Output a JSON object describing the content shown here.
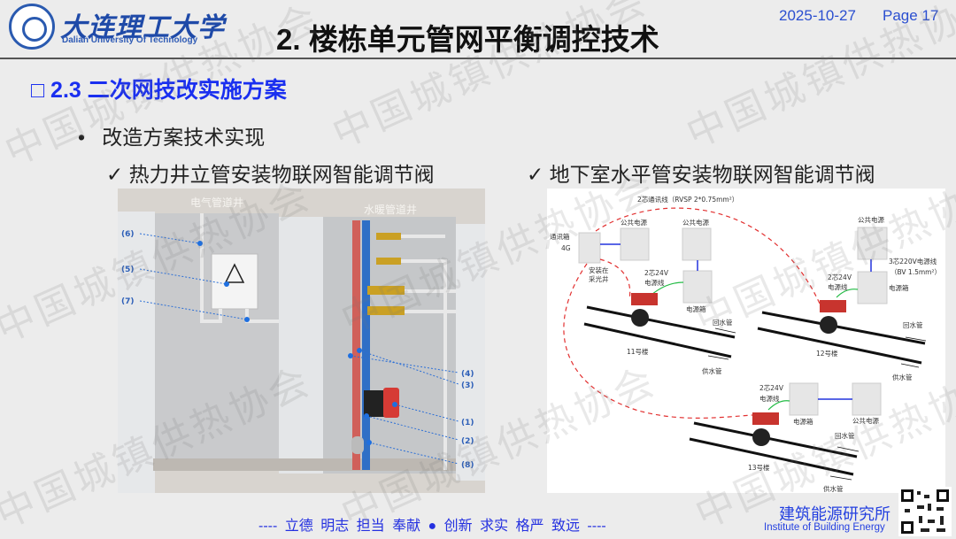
{
  "header": {
    "university_cn": "大连理工大学",
    "university_en": "Dalian University Of Technology",
    "title": "2. 楼栋单元管网平衡调控技术",
    "date": "2025-10-27",
    "page": "Page 17"
  },
  "section": {
    "heading": "□ 2.3  二次网技改实施方案",
    "bullet": "改造方案技术实现",
    "check_left": "热力井立管安装物联网智能调节阀",
    "check_right": "地下室水平管安装物联网智能调节阀"
  },
  "left_image": {
    "shaft_electric": "电气管道井",
    "shaft_water": "水暖管道井",
    "callouts": [
      "(6)",
      "(5)",
      "(7)",
      "(4)",
      "(3)",
      "(1)",
      "(2)",
      "(8)"
    ]
  },
  "right_diagram": {
    "comm_line": "2芯通讯线（RVSP 2*0.75mm²）",
    "comm_box": "通讯箱",
    "comm_4g": "4G",
    "install_1": "安装在",
    "install_2": "采光井",
    "public_power": "公共电源",
    "power_box": "电源箱",
    "line24_1": "2芯24V",
    "line24_2": "电源线",
    "line220_1": "3芯220V电源线",
    "line220_2": "（BV 1.5mm²）",
    "return_pipe": "回水管",
    "supply_pipe": "供水管",
    "bldg11": "11号楼",
    "bldg12": "12号楼",
    "bldg13": "13号楼"
  },
  "footer": {
    "motto": "----  立德  明志  担当  奉献   ●   创新  求实  格严  致远  ----",
    "institute_cn": "建筑能源研究所",
    "institute_en": "Institute of Building Energy"
  },
  "watermark": "中国城镇供热协会",
  "colors": {
    "accent": "#1a2ff0",
    "title": "#111111",
    "date": "#2b4fd0"
  }
}
